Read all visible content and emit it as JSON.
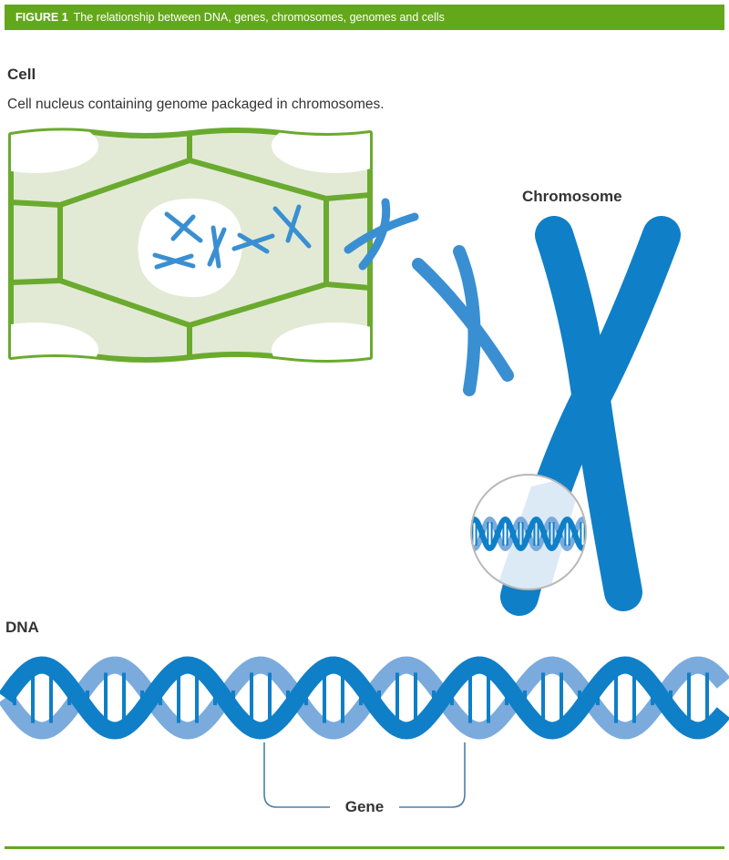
{
  "figure": {
    "label": "FIGURE 1",
    "caption": "The relationship between DNA, genes, chromosomes, genomes and cells"
  },
  "cell": {
    "title": "Cell",
    "description": "Cell nucleus containing genome packaged in chromosomes."
  },
  "chromosome": {
    "title": "Chromosome"
  },
  "dna": {
    "title": "DNA"
  },
  "gene": {
    "label": "Gene"
  },
  "colors": {
    "header_green": "#63a81b",
    "cell_wall_green": "#6aaa2e",
    "cell_fill": "#e2ead5",
    "chromosome_blue": "#0f7fc8",
    "small_chromosome_blue": "#3a8fd2",
    "dna_front": "#0f7fc8",
    "dna_back": "#7aabdc",
    "bracket": "#4a7fa8",
    "text": "#333333"
  }
}
